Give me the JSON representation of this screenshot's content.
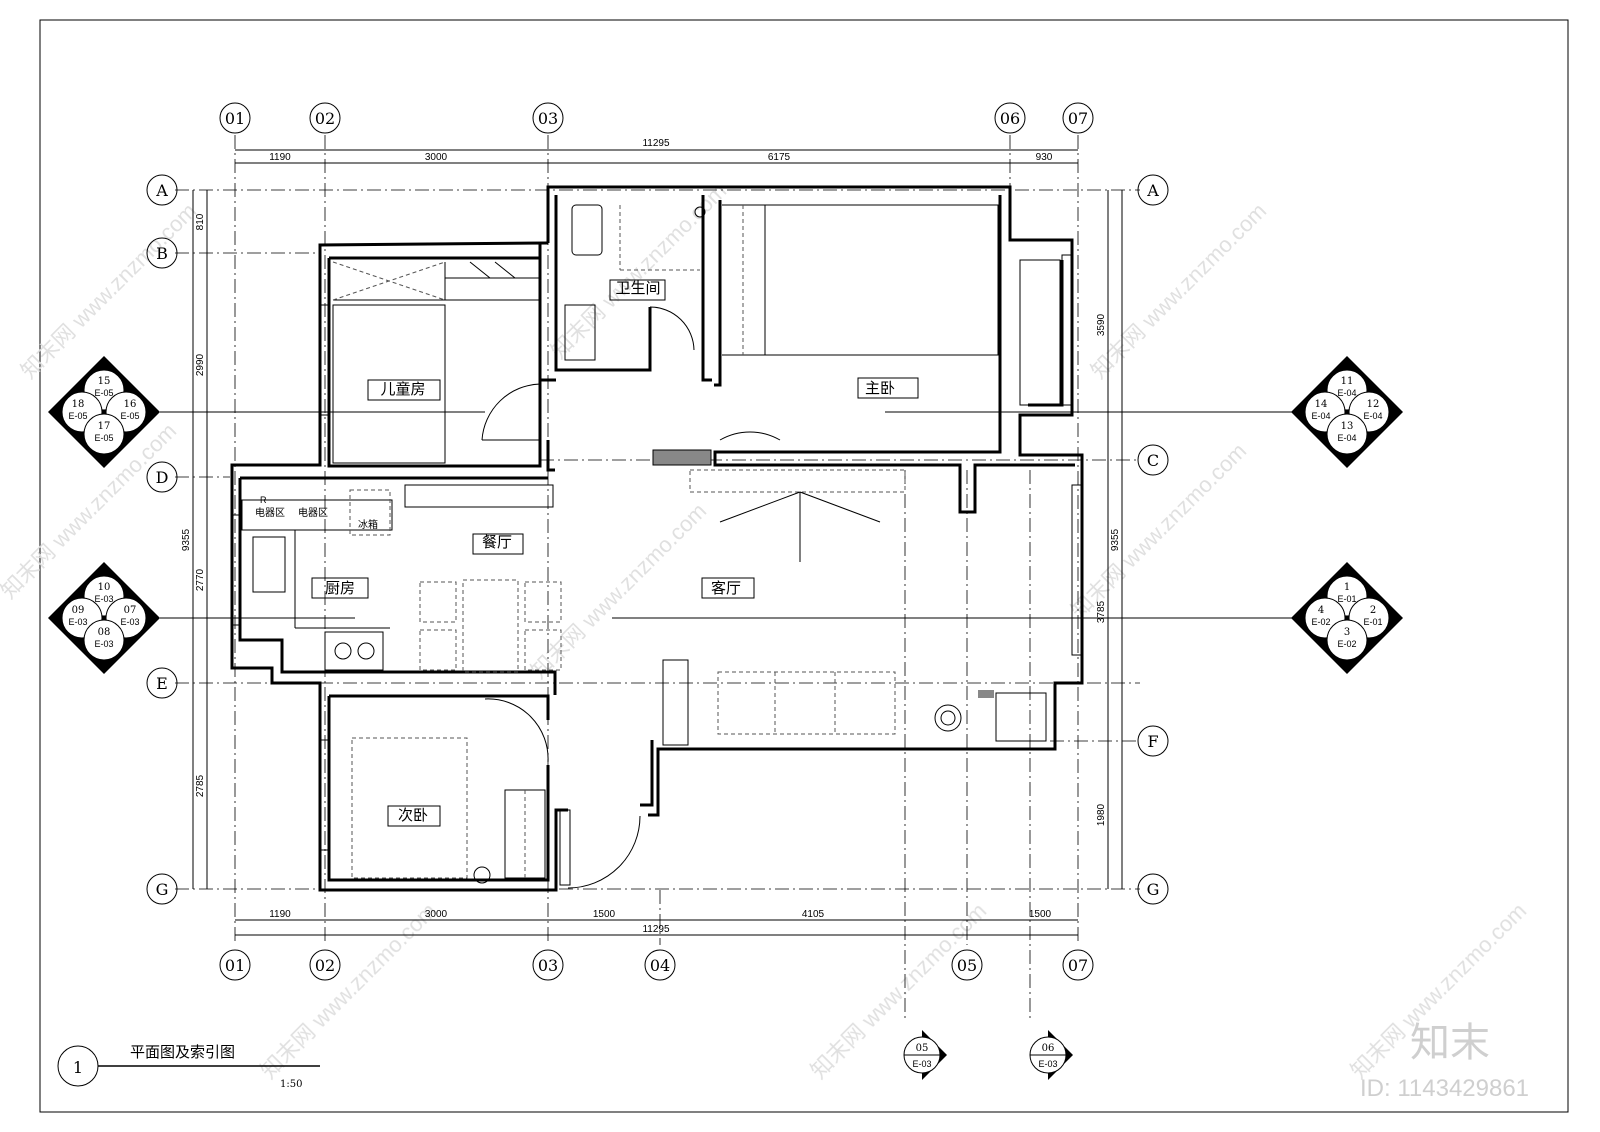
{
  "grid_top": [
    "01",
    "02",
    "03",
    "06",
    "07"
  ],
  "grid_bottom": [
    "01",
    "02",
    "03",
    "04",
    "05",
    "07"
  ],
  "grid_left": [
    "A",
    "B",
    "D",
    "E",
    "G"
  ],
  "grid_right": [
    "A",
    "C",
    "F",
    "G"
  ],
  "dims_top": {
    "total": "11295",
    "d1": "1190",
    "d2": "3000",
    "d3": "6175",
    "d4": "930"
  },
  "dims_bottom": {
    "total": "11295",
    "d1": "1190",
    "d2": "3000",
    "d3": "1500",
    "d4": "4105",
    "d5": "1500"
  },
  "dims_left": {
    "total": "9355",
    "d1": "810",
    "d2": "2990",
    "d3": "2770",
    "d4": "2785"
  },
  "dims_right": {
    "total": "9355",
    "d1": "3590",
    "d2": "3785",
    "d3": "1980"
  },
  "rooms": {
    "children": "儿童房",
    "bath": "卫生间",
    "master": "主卧",
    "dining": "餐厅",
    "kitchen": "厨房",
    "living": "客厅",
    "second": "次卧",
    "appl1": "电器区",
    "appl2": "电器区",
    "fridge": "冰箱",
    "r": "R"
  },
  "index_left_top": {
    "t": "15",
    "tb": "E-05",
    "l": "18",
    "lb": "E-05",
    "r": "16",
    "rb": "E-05",
    "b": "17",
    "bb": "E-05"
  },
  "index_left_mid": {
    "t": "10",
    "tb": "E-03",
    "l": "09",
    "lb": "E-03",
    "r": "07",
    "rb": "E-03",
    "b": "08",
    "bb": "E-03"
  },
  "index_right_top": {
    "t": "11",
    "tb": "E-04",
    "l": "14",
    "lb": "E-04",
    "r": "12",
    "rb": "E-04",
    "b": "13",
    "bb": "E-04"
  },
  "index_right_mid": {
    "t": "1",
    "tb": "E-01",
    "l": "4",
    "lb": "E-02",
    "r": "2",
    "rb": "E-01",
    "b": "3",
    "bb": "E-02"
  },
  "section_05": {
    "n": "05",
    "ref": "E-03"
  },
  "section_06": {
    "n": "06",
    "ref": "E-03"
  },
  "title": {
    "number": "1",
    "name": "平面图及索引图",
    "scale": "1:50"
  },
  "brand": {
    "name": "知末",
    "id": "ID: 1143429861"
  },
  "watermark": "知末网 www.znzmo.com"
}
